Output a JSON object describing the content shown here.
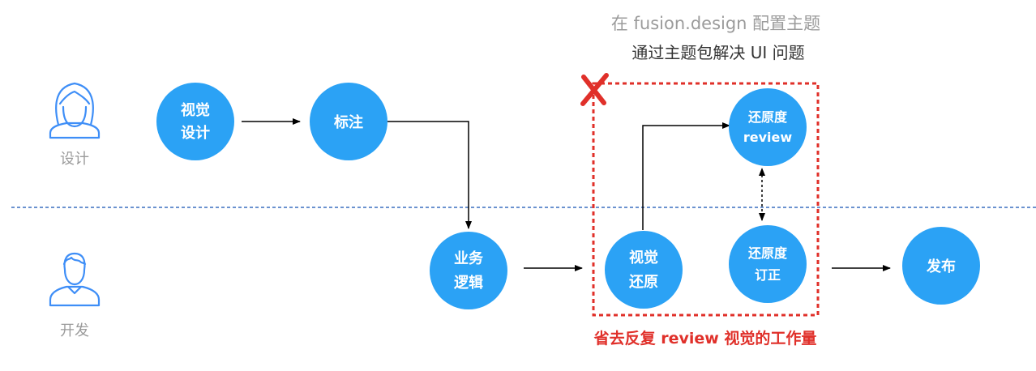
{
  "annotations": {
    "top_line_1": "在 fusion.design 配置主题",
    "top_line_2": "通过主题包解决 UI 问题",
    "bottom_note": "省去反复 review 视觉的工作量"
  },
  "roles": {
    "designer": "设计",
    "developer": "开发"
  },
  "nodes": {
    "visual_design": [
      "视觉",
      "设计"
    ],
    "annotate": [
      "标注"
    ],
    "business_logic": [
      "业务",
      "逻辑"
    ],
    "visual_restore": [
      "视觉",
      "还原"
    ],
    "restore_review": [
      "还原度",
      "review"
    ],
    "restore_fix": [
      "还原度",
      "订正"
    ],
    "publish": [
      "发布"
    ]
  },
  "colors": {
    "node": "#2ba2f5",
    "icon": "#3e8ef7",
    "divider": "#3a6fbf",
    "highlight": "#e0302a",
    "arrow": "#000000"
  },
  "icons": {
    "designer": "female-user-icon",
    "developer": "male-user-icon",
    "removed": "red-cross-icon"
  }
}
